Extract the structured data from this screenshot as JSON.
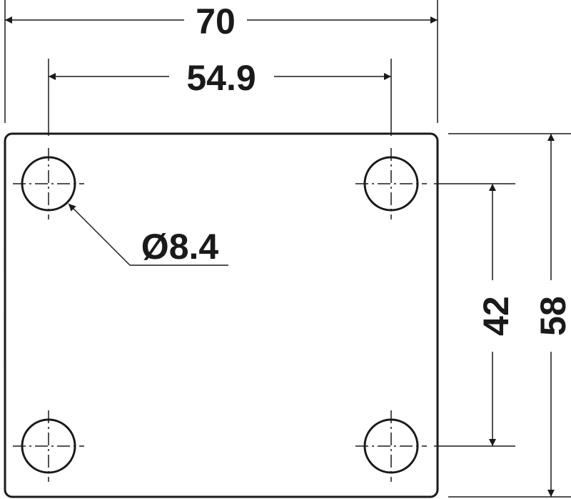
{
  "dimensions": {
    "overall_width": "70",
    "hole_spacing_width": "54.9",
    "hole_diameter": "Ø8.4",
    "hole_spacing_height": "42",
    "overall_height": "58"
  },
  "colors": {
    "line": "#1a1a1a",
    "background": "#ffffff"
  }
}
